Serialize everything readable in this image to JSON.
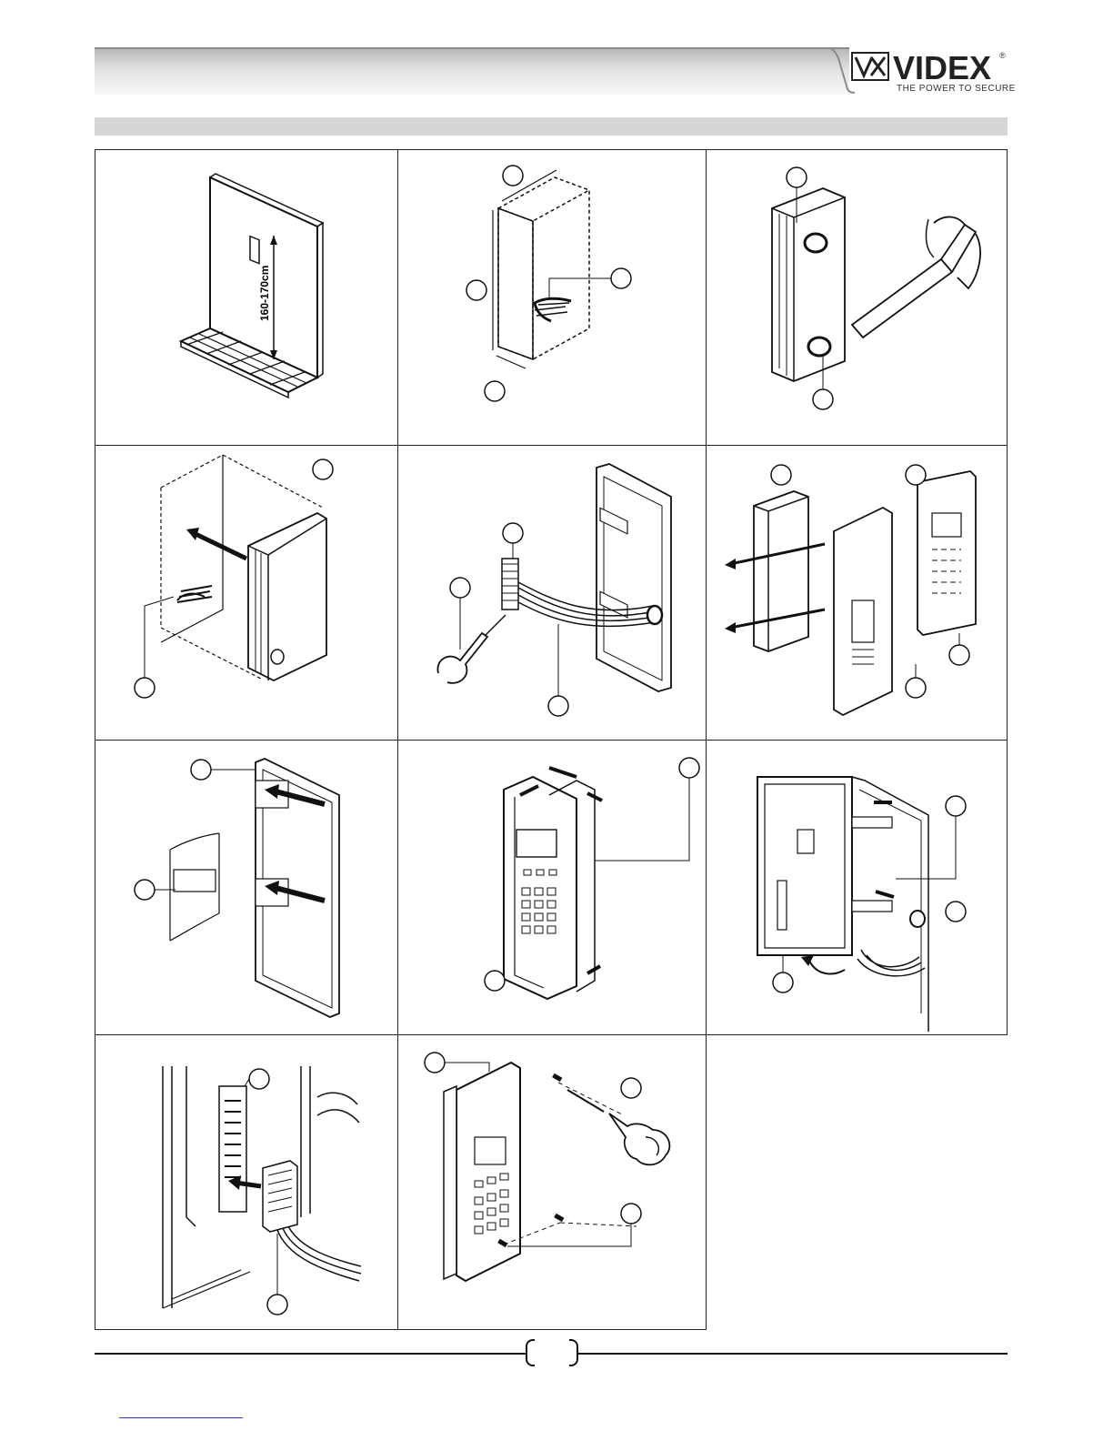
{
  "header": {
    "brand_name": "VIDEX",
    "brand_registered": "®",
    "tagline": "THE POWER TO SECURE",
    "logo_mark": "videx-vx-mark"
  },
  "section": {
    "title": ""
  },
  "figures": {
    "wall_height_label": "160-170cm",
    "cells": [
      {
        "id": "step-1",
        "icon": "wall-height-diagram"
      },
      {
        "id": "step-2",
        "icon": "recess-dimensions-diagram"
      },
      {
        "id": "step-3",
        "icon": "backbox-sealant-diagram"
      },
      {
        "id": "step-4",
        "icon": "backbox-insert-diagram"
      },
      {
        "id": "step-5",
        "icon": "cable-gland-diagram"
      },
      {
        "id": "step-6",
        "icon": "panel-hinge-diagram"
      },
      {
        "id": "step-7",
        "icon": "hinge-clip-diagram"
      },
      {
        "id": "step-8",
        "icon": "panel-fit-diagram"
      },
      {
        "id": "step-9",
        "icon": "panel-open-diagram"
      },
      {
        "id": "step-10",
        "icon": "terminal-connect-diagram"
      },
      {
        "id": "step-11",
        "icon": "screw-fix-diagram"
      }
    ]
  },
  "footer": {
    "page_number": "",
    "link_text": ""
  }
}
